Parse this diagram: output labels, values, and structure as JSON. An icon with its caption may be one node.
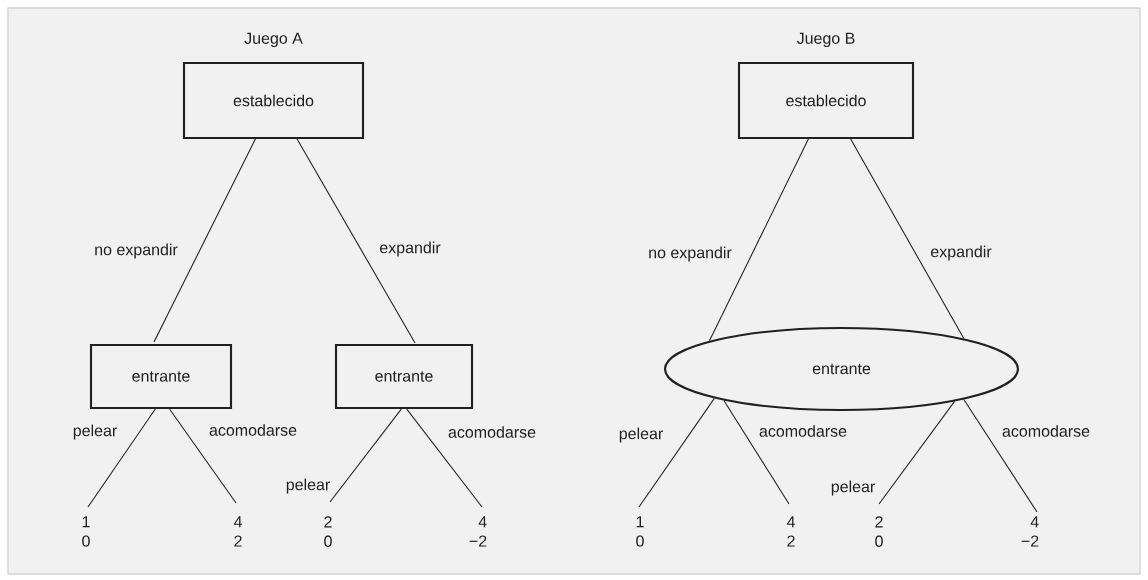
{
  "diagram": {
    "nodes": [
      {
        "text": [
          "establecido"
        ],
        "beside": [
          "Juego A"
        ]
      },
      {
        "text": [
          "entrante"
        ]
      },
      {
        "text": [
          "entrante"
        ]
      },
      {
        "text": [
          "1",
          "0"
        ]
      },
      {
        "text": [
          "4",
          "2"
        ]
      },
      {
        "text": [
          "2",
          "0"
        ]
      },
      {
        "text": [
          "4",
          "−2"
        ]
      },
      {
        "text": [
          "establecido"
        ],
        "beside": [
          "Juego B"
        ]
      },
      {
        "text": [
          "entrante"
        ]
      },
      {
        "text": [
          "1",
          "0"
        ]
      },
      {
        "text": [
          "4",
          "2"
        ]
      },
      {
        "text": [
          "2",
          "0"
        ]
      },
      {
        "text": [
          "4",
          "−2"
        ]
      }
    ],
    "edges": [
      {
        "from": 0,
        "to": 1,
        "arrow": "none",
        "label": "no expandir"
      },
      {
        "from": 0,
        "to": 2,
        "arrow": "none",
        "label": "expandir"
      },
      {
        "from": 1,
        "to": 3,
        "arrow": "none",
        "label": "pelear"
      },
      {
        "from": 1,
        "to": 4,
        "arrow": "none",
        "label": "acomodarse"
      },
      {
        "from": 2,
        "to": 5,
        "arrow": "none",
        "label": "pelear"
      },
      {
        "from": 2,
        "to": 6,
        "arrow": "none",
        "label": "acomodarse"
      },
      {
        "from": 7,
        "to": 8,
        "arrow": "none",
        "label": "no expandir"
      },
      {
        "from": 7,
        "to": 8,
        "arrow": "none",
        "label": "expandir"
      },
      {
        "from": 8,
        "to": 9,
        "arrow": "none",
        "label": "pelear"
      },
      {
        "from": 8,
        "to": 10,
        "arrow": "none",
        "label": "acomodarse"
      },
      {
        "from": 8,
        "to": 11,
        "arrow": "none",
        "label": "pelear"
      },
      {
        "from": 8,
        "to": 12,
        "arrow": "none",
        "label": "acomodarse"
      }
    ]
  }
}
